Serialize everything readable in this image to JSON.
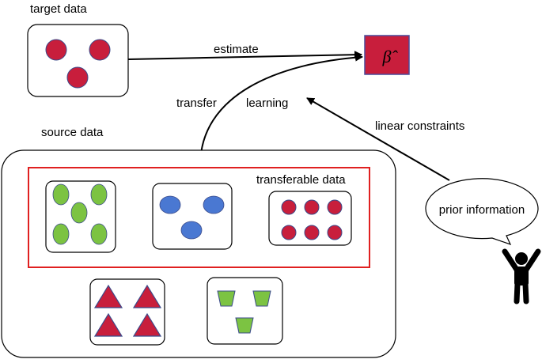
{
  "labels": {
    "target_data": "target data",
    "source_data": "source data",
    "estimate": "estimate",
    "transfer": "transfer",
    "learning": "learning",
    "linear_constraints": "linear constraints",
    "transferable_data": "transferable data",
    "prior_information": "prior information",
    "beta_hat": "β̂"
  },
  "colors": {
    "crimson": "#c81e3c",
    "shape_stroke": "#3a4a8a",
    "green": "#7cc342",
    "blue": "#4a78d2",
    "transferable_frame": "#e02020",
    "beta_box_fill": "#c81e3c",
    "beta_box_stroke": "#4a4a9a",
    "person": "#000000"
  },
  "icons": {
    "person": "person-arms-raised-icon",
    "speech_bubble": "speech-bubble-icon"
  }
}
